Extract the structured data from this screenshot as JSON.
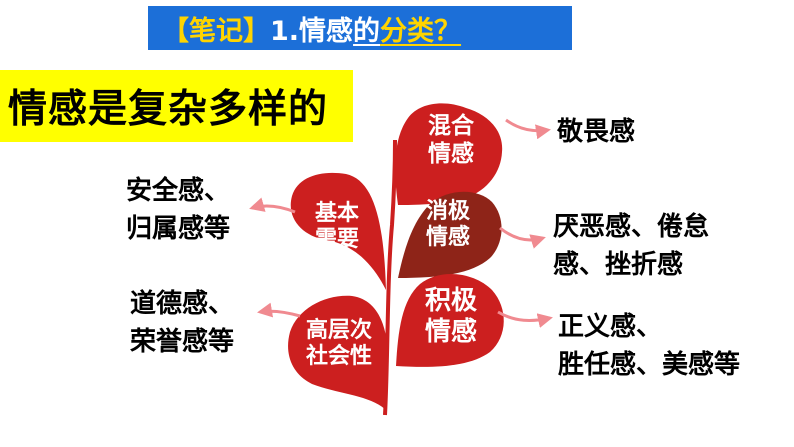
{
  "title": {
    "bracket_label": "【笔记】",
    "number_text": "1.情感",
    "de_text": "的",
    "highlight_text": "分类",
    "question_mark": "？"
  },
  "theme": "情感是复杂多样的",
  "leaves": {
    "mixed": [
      "混合",
      "情感"
    ],
    "negative": [
      "消极",
      "情感"
    ],
    "positive": [
      "积极",
      "情感"
    ],
    "basic": [
      "基本",
      "需要"
    ],
    "social": [
      "高层次",
      "社会性"
    ]
  },
  "outcomes": {
    "mixed": [
      "敬畏感"
    ],
    "negative": [
      "厌恶感、倦怠",
      "感、挫折感"
    ],
    "positive": [
      "正义感、",
      "胜任感、美感等"
    ],
    "basic": [
      "安全感、",
      "归属感等"
    ],
    "social": [
      "道德感、",
      "荣誉感等"
    ]
  },
  "colors": {
    "title_bg": "#1c6fd8",
    "title_accent": "#ffd400",
    "theme_bg": "#ffff00",
    "leaf_red": "#cc1f1f",
    "leaf_dark": "#8e2418",
    "arrow": "#f08a90"
  }
}
